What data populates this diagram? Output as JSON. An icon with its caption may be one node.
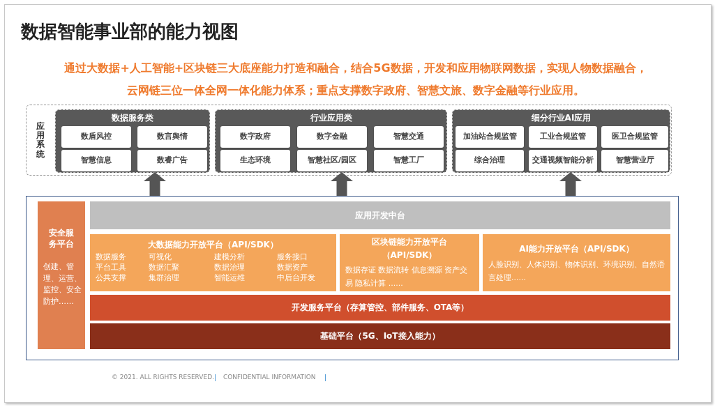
{
  "diagram": {
    "title": "数据智能事业部的能力视图",
    "nodes": [
      {
        "text": [
          "应用系统"
        ]
      },
      {
        "text": [
          "数据服务类"
        ],
        "in": 0
      },
      {
        "text": [
          "数盾风控"
        ],
        "in": 1
      },
      {
        "text": [
          "数言舆情"
        ],
        "in": 1
      },
      {
        "text": [
          "智慧信息"
        ],
        "in": 1
      },
      {
        "text": [
          "数睿广告"
        ],
        "in": 1
      },
      {
        "text": [
          "行业应用类"
        ],
        "in": 0
      },
      {
        "text": [
          "数字政府"
        ],
        "in": 6
      },
      {
        "text": [
          "数字金融"
        ],
        "in": 6
      },
      {
        "text": [
          "智慧交通"
        ],
        "in": 6
      },
      {
        "text": [
          "生态环境"
        ],
        "in": 6
      },
      {
        "text": [
          "智慧社区/园区"
        ],
        "in": 6
      },
      {
        "text": [
          "智慧工厂"
        ],
        "in": 6
      },
      {
        "text": [
          "细分行业AI应用"
        ],
        "in": 0
      },
      {
        "text": [
          "加油站合规监管"
        ],
        "in": 13
      },
      {
        "text": [
          "工业合规监管"
        ],
        "in": 13
      },
      {
        "text": [
          "医卫合规监管"
        ],
        "in": 13
      },
      {
        "text": [
          "综合治理"
        ],
        "in": 13
      },
      {
        "text": [
          "交通视频智能分析"
        ],
        "in": 13
      },
      {
        "text": [
          "智慧营业厅"
        ],
        "in": 13
      },
      {
        "text": [],
        "shape": "box"
      },
      {
        "text": [
          "安全服务平台",
          "创建、管理、运营、监控、安全防护……"
        ],
        "in": 20
      },
      {
        "text": [
          "应用开发中台"
        ],
        "in": 20
      },
      {
        "text": [
          "大数据能力开放平台（API/SDK）",
          "数据服务",
          "平台工具",
          "公共支撑",
          "可视化",
          "数据汇聚",
          "集群治理",
          "建模分析",
          "数据治理",
          "智能运维",
          "服务接口",
          "数据资产",
          "中后台开发"
        ],
        "in": 20
      },
      {
        "text": [
          "区块链能力开放平台（API/SDK）",
          "数据存证 数据流转 信息溯源 资产交易 隐私计算 ……"
        ],
        "in": 20
      },
      {
        "text": [
          "AI能力开放平台（API/SDK）",
          "人脸识别、人体识别、物体识别、环境识别、自然语言处理……"
        ],
        "in": 20
      },
      {
        "text": [
          "开发服务平台（存算管控、部件服务、OTA等）"
        ],
        "in": 20
      },
      {
        "text": [
          "基础平台（5G、IoT接入能力）"
        ],
        "in": 20
      }
    ],
    "edges": [
      {
        "from": 20,
        "to": 1,
        "arrow": "to"
      },
      {
        "from": 20,
        "to": 6,
        "arrow": "to"
      },
      {
        "from": 20,
        "to": 13,
        "arrow": "to"
      }
    ],
    "labels": [
      "通过大数据+人工智能+区块链三大底座能力打造和融合，结合5G数据，开发和应用物联网数据，实现人物数据融合，云网链三位一体全网一体化能力体系；重点支撑数字政府、智慧文旅、数字金融等行业应用。",
      "© 2021. ALL RIGHTS RESERVED.",
      "CONFIDENTIAL INFORMATION"
    ]
  }
}
